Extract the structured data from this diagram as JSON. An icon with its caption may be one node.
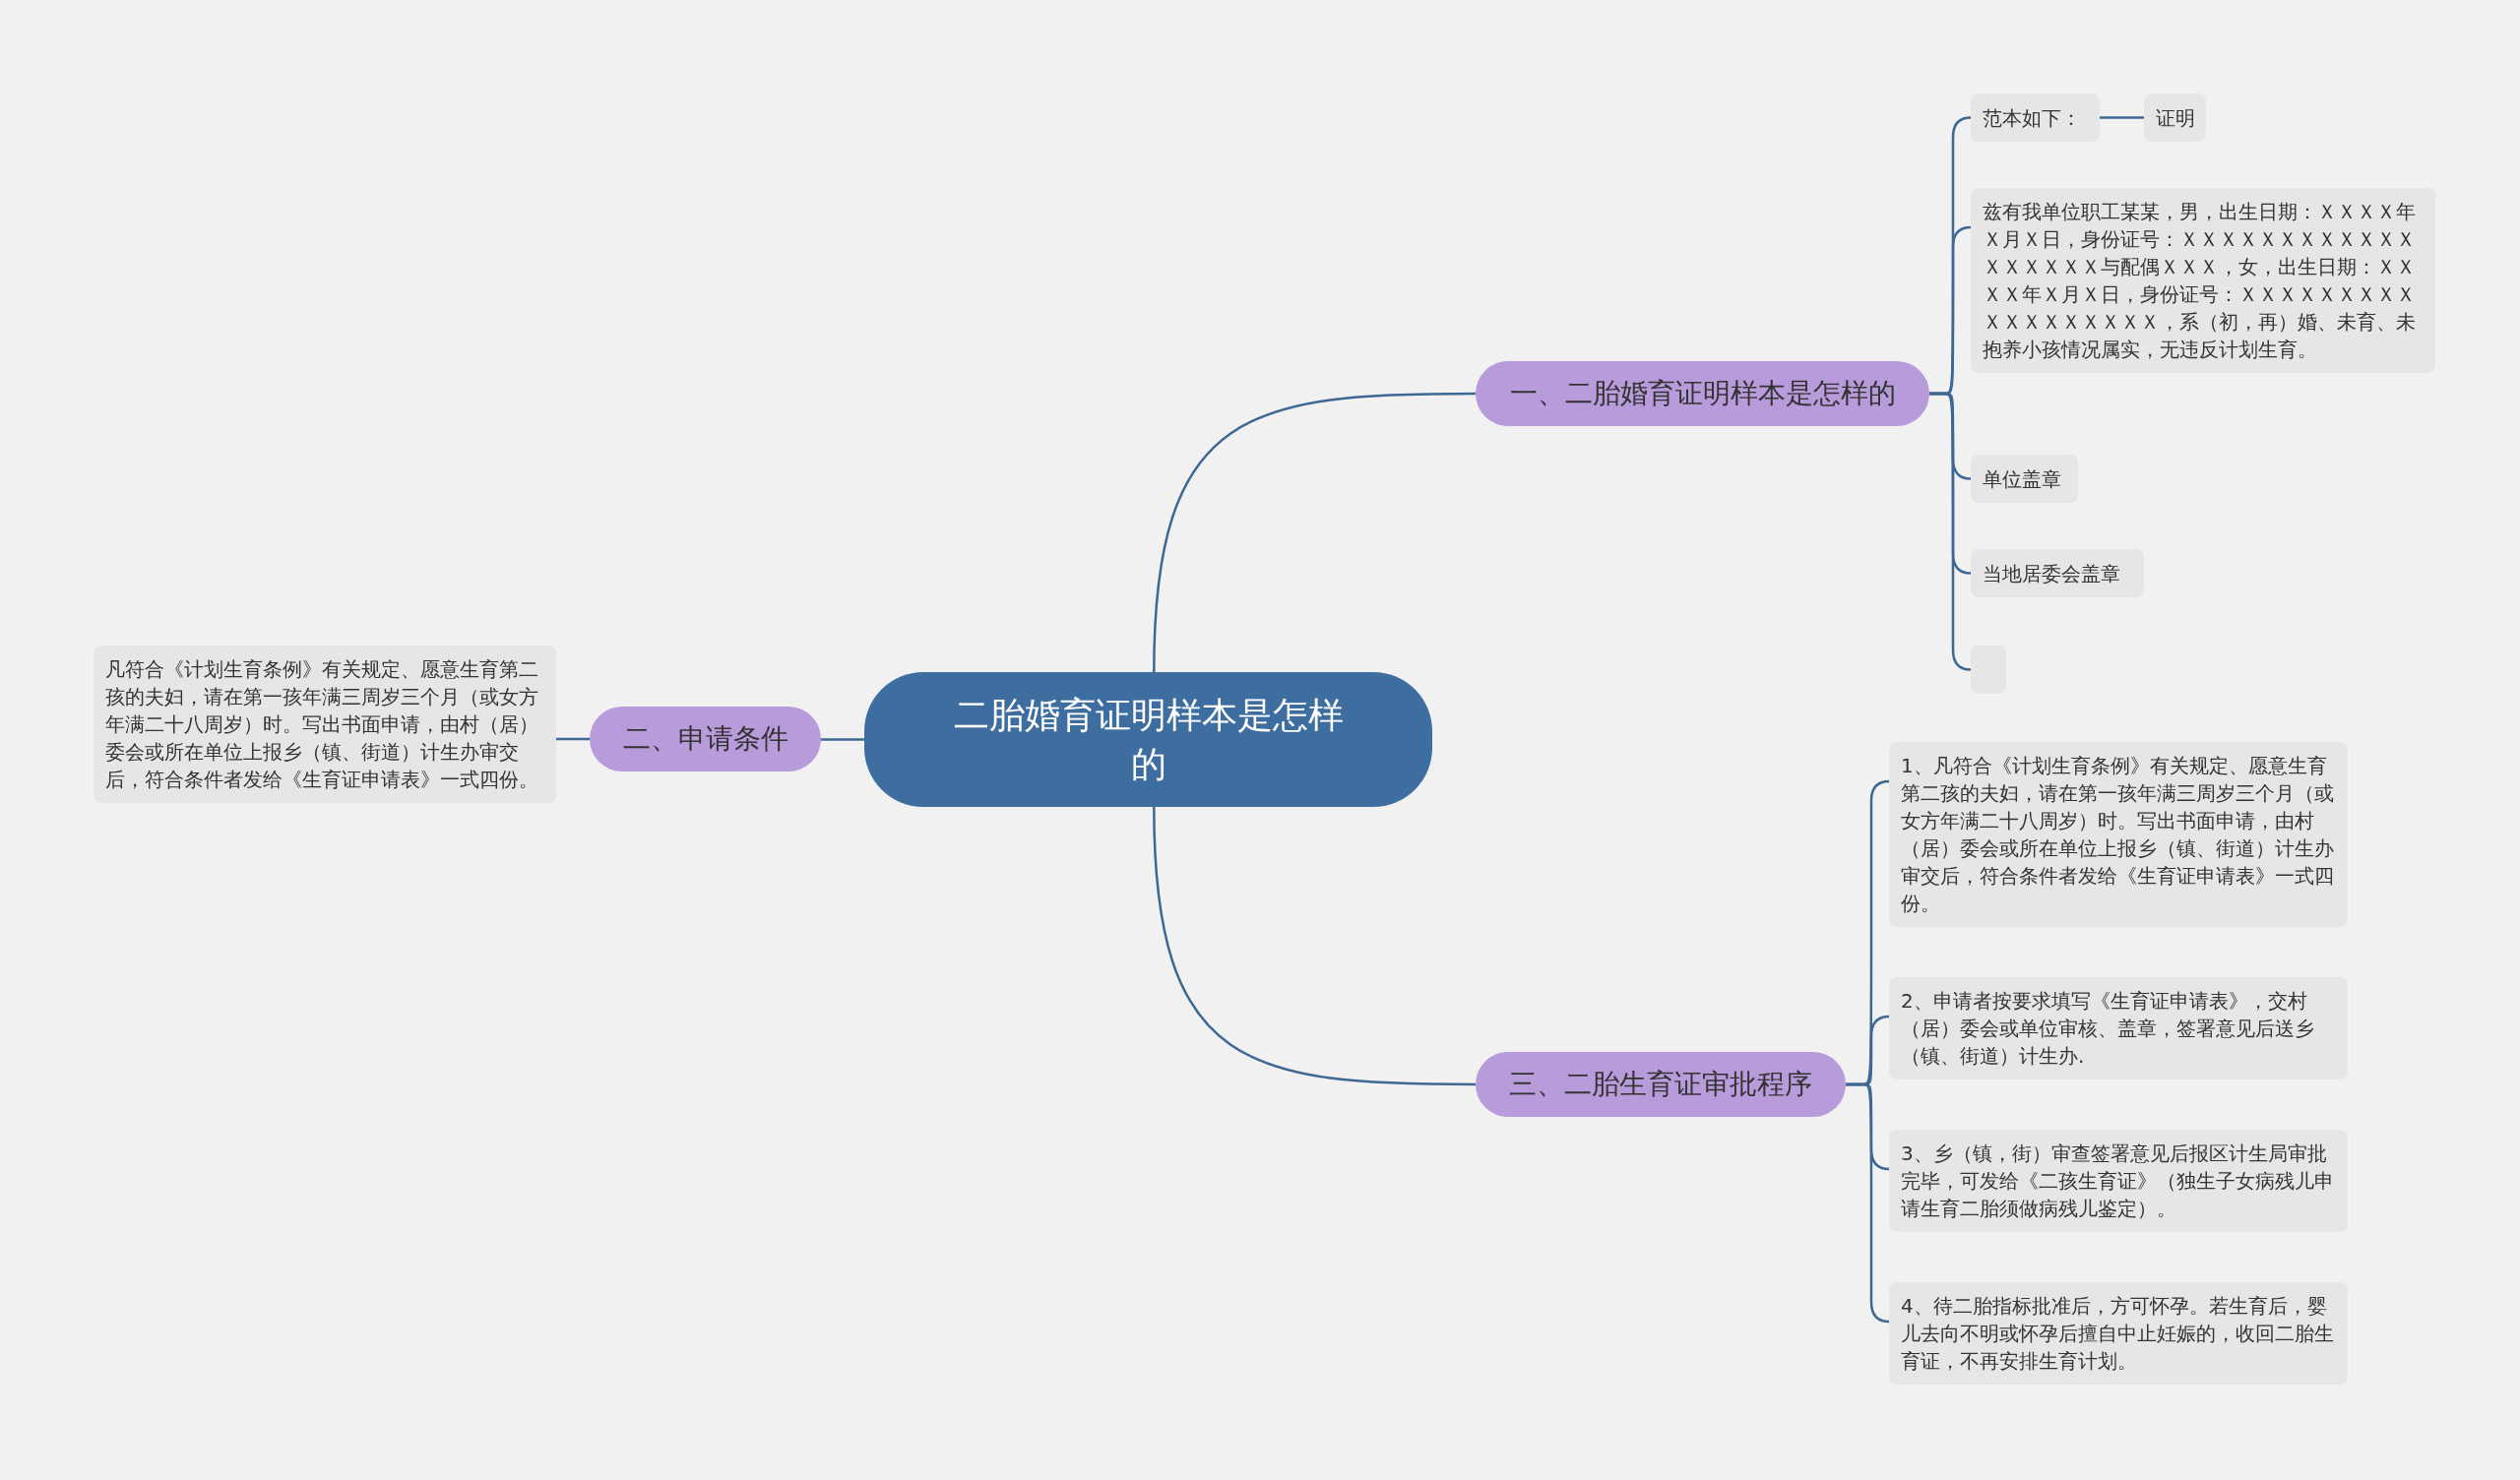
{
  "diagram": {
    "nodes": [
      {
        "text": [
          "二胎婚育证明样本是怎样的"
        ]
      },
      {
        "text": [
          "一、二胎婚育证明样本是怎样的"
        ]
      },
      {
        "text": [
          "范本如下："
        ]
      },
      {
        "text": [
          "证明"
        ]
      },
      {
        "text": [
          "兹有我单位职工某某，男，出生日期：ＸＸＸＸ年Ｘ月Ｘ日，身份证号：ＸＸＸＸＸＸＸＸＸＸＸＸＸＸＸＸＸＸ与配偶ＸＸＸ，女，出生日期：ＸＸＸＸ年Ｘ月Ｘ日，身份证号：ＸＸＸＸＸＸＸＸＸＸＸＸＸＸＸＸＸＸ，系（初，再）婚、未育、未抱养小孩情况属实，无违反计划生育。"
        ]
      },
      {
        "text": [
          "单位盖章"
        ]
      },
      {
        "text": [
          "当地居委会盖章"
        ]
      },
      {
        "text": [],
        "shape": "box"
      },
      {
        "text": [
          "二、申请条件"
        ]
      },
      {
        "text": [
          "凡符合《计划生育条例》有关规定、愿意生育第二孩的夫妇，请在第一孩年满三周岁三个月（或女方年满二十八周岁）时。写出书面申请，由村（居）委会或所在单位上报乡（镇、街道）计生办审交后，符合条件者发给《生育证申请表》一式四份。"
        ]
      },
      {
        "text": [
          "三、二胎生育证审批程序"
        ]
      },
      {
        "text": [
          "1、凡符合《计划生育条例》有关规定、愿意生育第二孩的夫妇，请在第一孩年满三周岁三个月（或女方年满二十八周岁）时。写出书面申请，由村（居）委会或所在单位上报乡（镇、街道）计生办审交后，符合条件者发给《生育证申请表》一式四份。"
        ]
      },
      {
        "text": [
          "2、申请者按要求填写《生育证申请表》，交村（居）委会或单位审核、盖章，签署意见后送乡（镇、街道）计生办."
        ]
      },
      {
        "text": [
          "3、乡（镇，街）审查签署意见后报区计生局审批完毕，可发给《二孩生育证》（独生子女病残儿申请生育二胎须做病残儿鉴定）。"
        ]
      },
      {
        "text": [
          "4、待二胎指标批准后，方可怀孕。若生育后，婴儿去向不明或怀孕后擅自中止妊娠的，收回二胎生育证，不再安排生育计划。"
        ]
      }
    ],
    "edges": [
      {
        "from": 0,
        "to": 1,
        "arrow": "none"
      },
      {
        "from": 1,
        "to": 2,
        "arrow": "none"
      },
      {
        "from": 2,
        "to": 3,
        "arrow": "none"
      },
      {
        "from": 1,
        "to": 4,
        "arrow": "none"
      },
      {
        "from": 1,
        "to": 5,
        "arrow": "none"
      },
      {
        "from": 1,
        "to": 6,
        "arrow": "none"
      },
      {
        "from": 1,
        "to": 7,
        "arrow": "none"
      },
      {
        "from": 0,
        "to": 8,
        "arrow": "none"
      },
      {
        "from": 8,
        "to": 9,
        "arrow": "none"
      },
      {
        "from": 0,
        "to": 10,
        "arrow": "none"
      },
      {
        "from": 10,
        "to": 11,
        "arrow": "none"
      },
      {
        "from": 10,
        "to": 12,
        "arrow": "none"
      },
      {
        "from": 10,
        "to": 13,
        "arrow": "none"
      },
      {
        "from": 10,
        "to": 14,
        "arrow": "none"
      }
    ]
  }
}
